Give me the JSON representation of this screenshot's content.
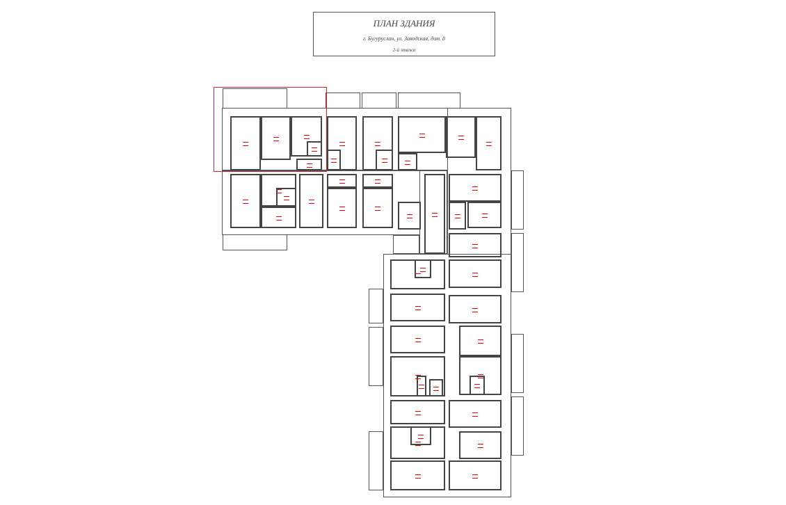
{
  "header": {
    "title": "ПЛАН ЗДАНИЯ",
    "address": "г. Бугуруслан, ул. Заводская, дом. 8",
    "floor": "2-й этажа"
  },
  "colors": {
    "walls": "#444444",
    "room_labels": "#e00000",
    "selection": "#e02020"
  }
}
